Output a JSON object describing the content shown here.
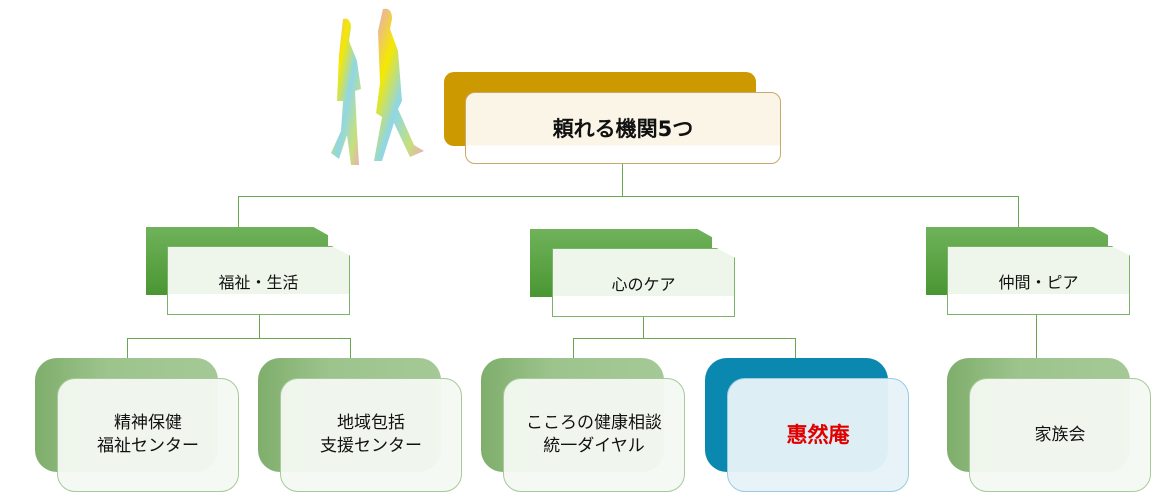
{
  "root": {
    "label": "頼れる機関5つ"
  },
  "categories": [
    {
      "label": "福祉・生活"
    },
    {
      "label": "心のケア"
    },
    {
      "label": "仲間・ピア"
    }
  ],
  "organizations": [
    {
      "label": "精神保健\n福祉センター"
    },
    {
      "label": "地域包括\n支援センター"
    },
    {
      "label": "こころの健康相談\n統一ダイヤル"
    },
    {
      "label": "惠然庵"
    },
    {
      "label": "家族会"
    }
  ],
  "colors": {
    "root": "#cc9900",
    "category": "#4a9633",
    "organization": "#9dc48d",
    "highlight": "#0b88b0",
    "highlight_text": "#e00000"
  }
}
